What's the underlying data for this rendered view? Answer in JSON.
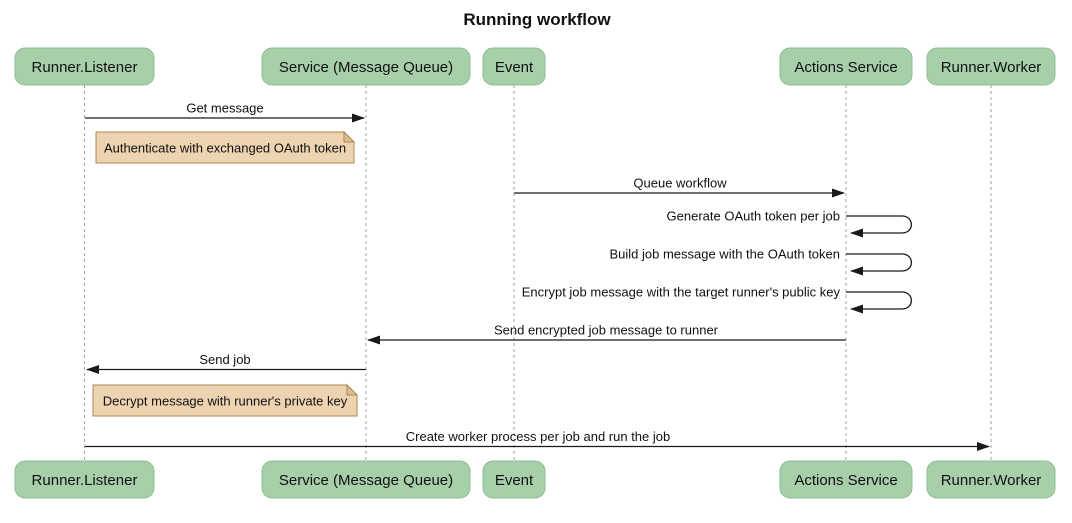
{
  "title": "Running workflow",
  "colors": {
    "background": "#FFFFFF",
    "actor_fill": "#A6CFAA",
    "actor_border": "#8FBD94",
    "note_fill": "#EDD3B0",
    "note_border": "#AA8953",
    "lifeline": "#A6A6A6",
    "arrow": "#1A1A1A",
    "text": "#111111"
  },
  "participants": [
    {
      "label": "Runner.Listener"
    },
    {
      "label": "Service (Message Queue)"
    },
    {
      "label": "Event"
    },
    {
      "label": "Actions Service"
    },
    {
      "label": "Runner.Worker"
    }
  ],
  "messages": [
    {
      "from": "Runner.Listener",
      "to": "Service (Message Queue)",
      "type": "solid-arrow",
      "label": "Get message"
    },
    {
      "from": "Event",
      "to": "Actions Service",
      "type": "solid-arrow",
      "label": "Queue workflow"
    },
    {
      "from": "Actions Service",
      "to": "Actions Service",
      "type": "self-loop",
      "label": "Generate OAuth token per job"
    },
    {
      "from": "Actions Service",
      "to": "Actions Service",
      "type": "self-loop",
      "label": "Build job message with the OAuth token"
    },
    {
      "from": "Actions Service",
      "to": "Actions Service",
      "type": "self-loop",
      "label": "Encrypt job message with the target runner's public key"
    },
    {
      "from": "Actions Service",
      "to": "Service (Message Queue)",
      "type": "solid-arrow",
      "label": "Send encrypted job message to runner"
    },
    {
      "from": "Service (Message Queue)",
      "to": "Runner.Listener",
      "type": "solid-arrow",
      "label": "Send job"
    },
    {
      "from": "Runner.Listener",
      "to": "Runner.Worker",
      "type": "solid-arrow",
      "label": "Create worker process per job and run the job"
    }
  ],
  "notes": [
    {
      "over": "Runner.Listener",
      "label": "Authenticate with exchanged OAuth token"
    },
    {
      "over": "Runner.Listener",
      "label": "Decrypt message with runner's private key"
    }
  ]
}
